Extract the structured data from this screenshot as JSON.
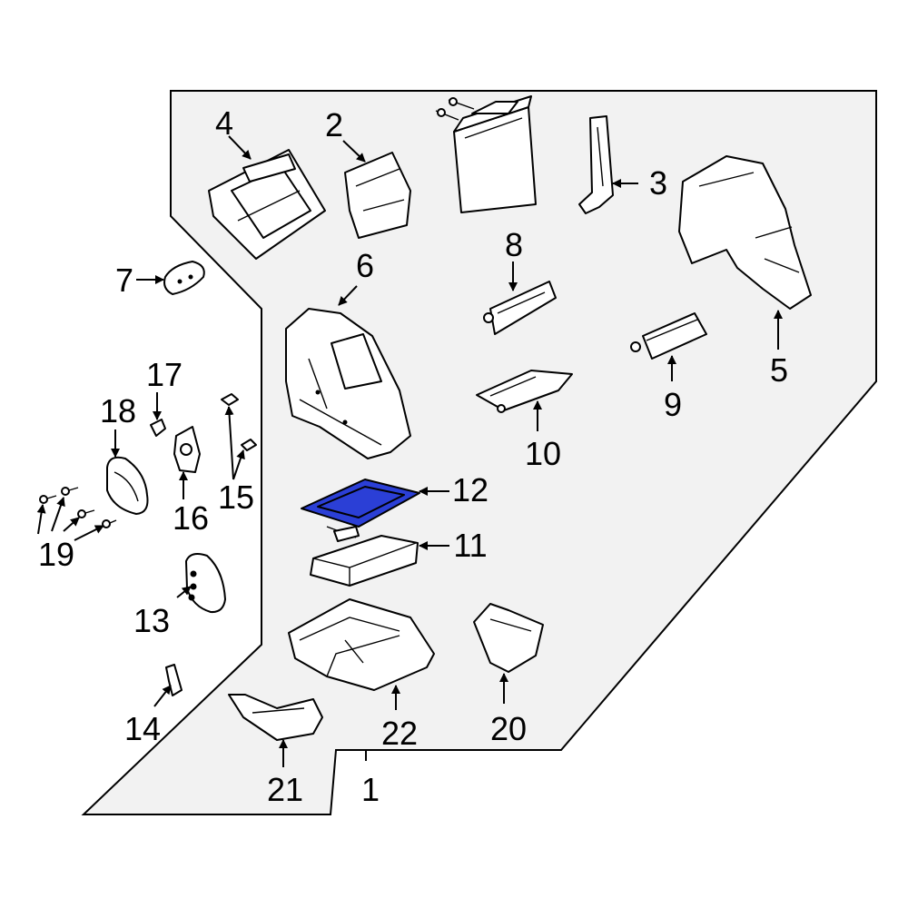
{
  "diagram": {
    "highlight_color": "#2b3fd6",
    "parts": [
      {
        "key": "p1",
        "number": "1"
      },
      {
        "key": "p2",
        "number": "2"
      },
      {
        "key": "p3",
        "number": "3"
      },
      {
        "key": "p4",
        "number": "4"
      },
      {
        "key": "p5",
        "number": "5"
      },
      {
        "key": "p6",
        "number": "6"
      },
      {
        "key": "p7",
        "number": "7"
      },
      {
        "key": "p8",
        "number": "8"
      },
      {
        "key": "p9",
        "number": "9"
      },
      {
        "key": "p10",
        "number": "10"
      },
      {
        "key": "p11",
        "number": "11"
      },
      {
        "key": "p12",
        "number": "12",
        "highlighted": true
      },
      {
        "key": "p13",
        "number": "13"
      },
      {
        "key": "p14",
        "number": "14"
      },
      {
        "key": "p15",
        "number": "15"
      },
      {
        "key": "p16",
        "number": "16"
      },
      {
        "key": "p17",
        "number": "17"
      },
      {
        "key": "p18",
        "number": "18"
      },
      {
        "key": "p19",
        "number": "19"
      },
      {
        "key": "p20",
        "number": "20"
      },
      {
        "key": "p21",
        "number": "21"
      },
      {
        "key": "p22",
        "number": "22"
      }
    ]
  }
}
